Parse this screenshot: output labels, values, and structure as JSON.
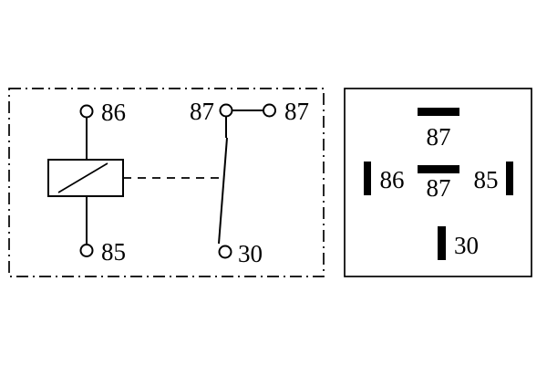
{
  "schematic": {
    "terminal_86": "86",
    "terminal_87_switch": "87",
    "terminal_87_aux": "87",
    "terminal_85": "85",
    "terminal_30": "30"
  },
  "pinout": {
    "pin_87_top": "87",
    "pin_86": "86",
    "pin_87_center": "87",
    "pin_85": "85",
    "pin_30": "30"
  },
  "colors": {
    "line": "#000000",
    "background": "#ffffff"
  }
}
